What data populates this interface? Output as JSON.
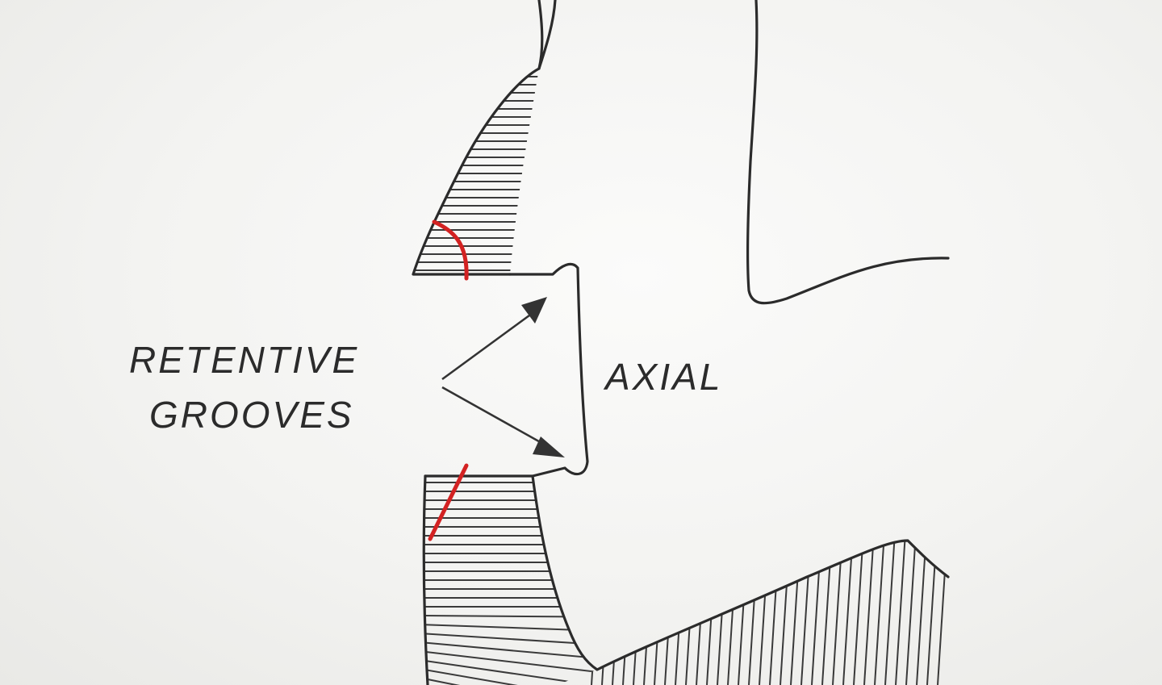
{
  "labels": {
    "retentive_line1": "RETENTIVE",
    "retentive_line2": "GROOVES",
    "axial": "AXIAL"
  },
  "colors": {
    "outline": "#2b2b2b",
    "annotation_red": "#d32222",
    "background": "#f2f2f0"
  }
}
